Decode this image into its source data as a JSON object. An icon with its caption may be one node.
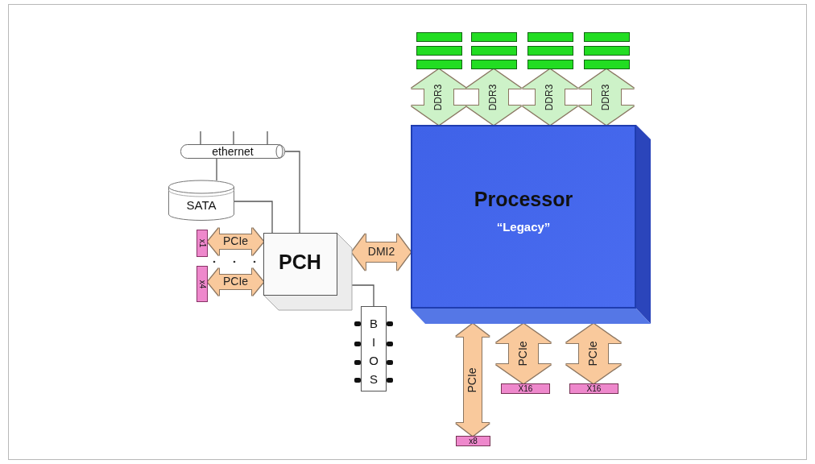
{
  "diagram": {
    "nodes": [
      {
        "text": [],
        "shape": "bar"
      },
      {
        "text": [],
        "shape": "bar"
      },
      {
        "text": [],
        "shape": "bar"
      },
      {
        "text": [],
        "shape": "bar"
      },
      {
        "text": [
          "ethernet"
        ]
      },
      {
        "text": [
          "SATA"
        ]
      },
      {
        "text": [
          "x1"
        ]
      },
      {
        "text": [
          "x4"
        ]
      },
      {
        "text": [
          "PCH"
        ]
      },
      {
        "text": [
          "Processor",
          "“Legacy”"
        ]
      },
      {
        "text": [
          "BIOS"
        ]
      },
      {
        "text": [
          "X16"
        ]
      },
      {
        "text": [
          "X16"
        ]
      },
      {
        "text": [
          "x8"
        ]
      }
    ],
    "edges": [
      {
        "from": 4,
        "to": 5,
        "arrow": "none",
        "color": "#555555"
      },
      {
        "from": 4,
        "to": 8,
        "arrow": "none",
        "color": "#555555"
      },
      {
        "from": 5,
        "to": 8,
        "arrow": "none",
        "color": "#555555"
      },
      {
        "from": 6,
        "to": 8,
        "arrow": "both",
        "label": "PCIe",
        "color": "#f9c99c"
      },
      {
        "from": 7,
        "to": 8,
        "arrow": "both",
        "label": "PCIe",
        "color": "#f9c99c"
      },
      {
        "from": 8,
        "to": 9,
        "arrow": "both",
        "label": "DMI2",
        "color": "#f9c99c"
      },
      {
        "from": 8,
        "to": 10,
        "arrow": "none",
        "color": "#555555"
      },
      {
        "from": 0,
        "to": 9,
        "arrow": "both",
        "label": "DDR3",
        "color": "#cdf2c8"
      },
      {
        "from": 1,
        "to": 9,
        "arrow": "both",
        "label": "DDR3",
        "color": "#cdf2c8"
      },
      {
        "from": 2,
        "to": 9,
        "arrow": "both",
        "label": "DDR3",
        "color": "#cdf2c8"
      },
      {
        "from": 3,
        "to": 9,
        "arrow": "both",
        "label": "DDR3",
        "color": "#cdf2c8"
      },
      {
        "from": 9,
        "to": 11,
        "arrow": "both",
        "label": "PCIe",
        "color": "#f9c99c"
      },
      {
        "from": 9,
        "to": 12,
        "arrow": "both",
        "label": "PCIe",
        "color": "#f9c99c"
      },
      {
        "from": 9,
        "to": 13,
        "arrow": "both",
        "label": "PCIe",
        "color": "#f9c99c"
      }
    ]
  }
}
